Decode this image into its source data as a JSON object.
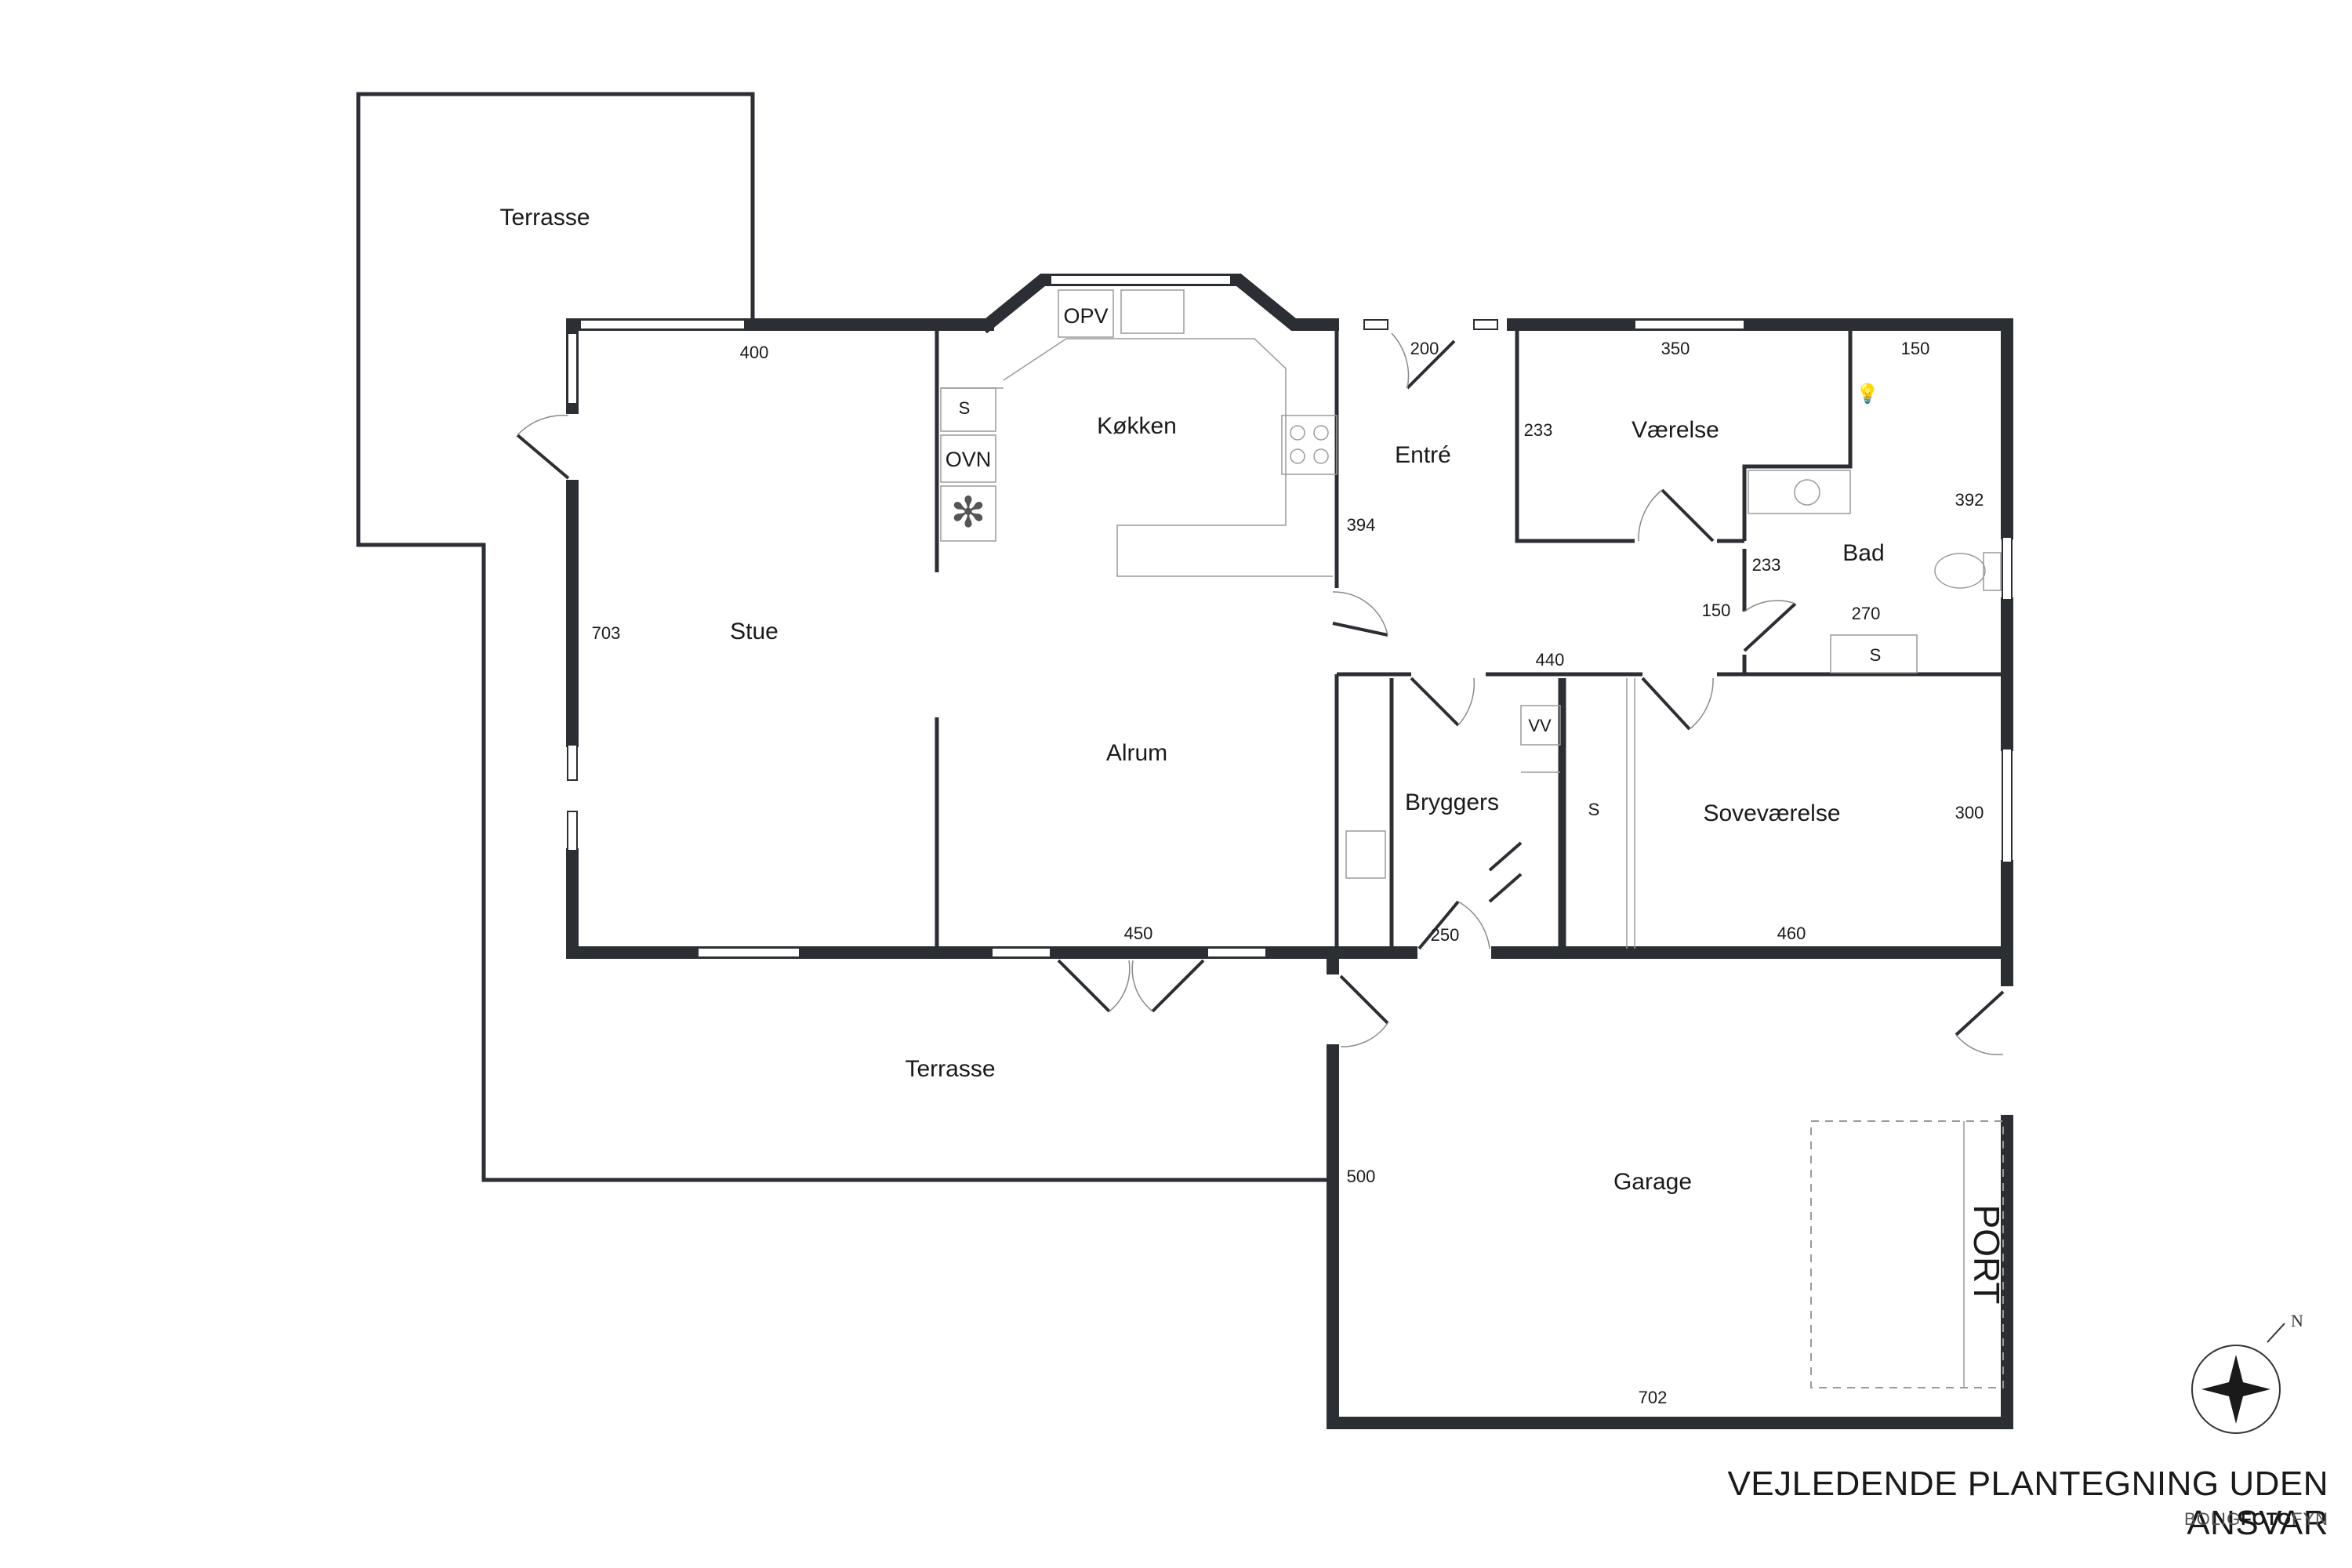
{
  "rooms": {
    "terrasse_top": "Terrasse",
    "kokken": "Køkken",
    "entre": "Entré",
    "vaerelse": "Værelse",
    "bad": "Bad",
    "stue": "Stue",
    "alrum": "Alrum",
    "bryggers": "Bryggers",
    "sovevaerelse": "Soveværelse",
    "terrasse_bottom": "Terrasse",
    "garage": "Garage"
  },
  "dimensions": {
    "stue_top": "400",
    "stue_side": "703",
    "alrum_bottom": "450",
    "kokken_side": "394",
    "entre_top": "200",
    "entre_bottom": "440",
    "vaerelse_top": "350",
    "vaerelse_side": "233",
    "bad_top": "150",
    "bad_side": "392",
    "bad_left": "233",
    "bad_hall": "150",
    "bad_bottom": "270",
    "bryggers_bottom": "250",
    "sovevaerelse_bottom": "460",
    "sovevaerelse_side": "300",
    "garage_side": "500",
    "garage_bottom": "702"
  },
  "fixtures": {
    "opv": "OPV",
    "ovn": "OVN",
    "s_kitchen": "S",
    "vv": "VV",
    "s_bath": "S",
    "s_bedroom": "S",
    "port": "PORT"
  },
  "footer": {
    "title": "VEJLEDENDE PLANTEGNING UDEN ANSVAR",
    "brand_a": "BOLIG",
    "brand_b": "FOTO",
    "brand_c": "FYN"
  }
}
